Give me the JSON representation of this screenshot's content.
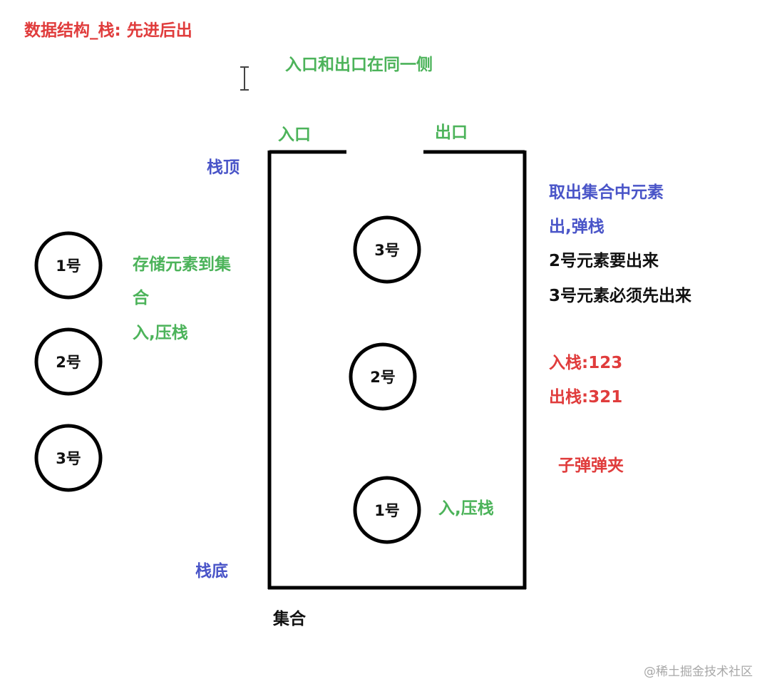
{
  "title": "数据结构_栈: 先进后出",
  "same_side_note": "入口和出口在同一侧",
  "entrance_label": "入口",
  "exit_label": "出口",
  "stack_top_label": "栈顶",
  "stack_bottom_label": "栈底",
  "collection_label": "集合",
  "left_elements": [
    "1号",
    "2号",
    "3号"
  ],
  "stack_elements": [
    "3号",
    "2号",
    "1号"
  ],
  "push_note": {
    "line1": "存储元素到集",
    "line2": "合",
    "line3": "入,压栈"
  },
  "inside_push_label": "入,压栈",
  "pop_note": {
    "line1": "取出集合中元素",
    "line2": "出,弹栈",
    "line3": "2号元素要出来",
    "line4": "3号元素必须先出来"
  },
  "order": {
    "push": "入栈:123",
    "pop": "出栈:321"
  },
  "analogy": "子弹弹夹",
  "watermark": "@稀土掘金技术社区",
  "colors": {
    "red": "#e03c3c",
    "green": "#4cb35a",
    "blue": "#4a55c8",
    "black": "#111111"
  }
}
